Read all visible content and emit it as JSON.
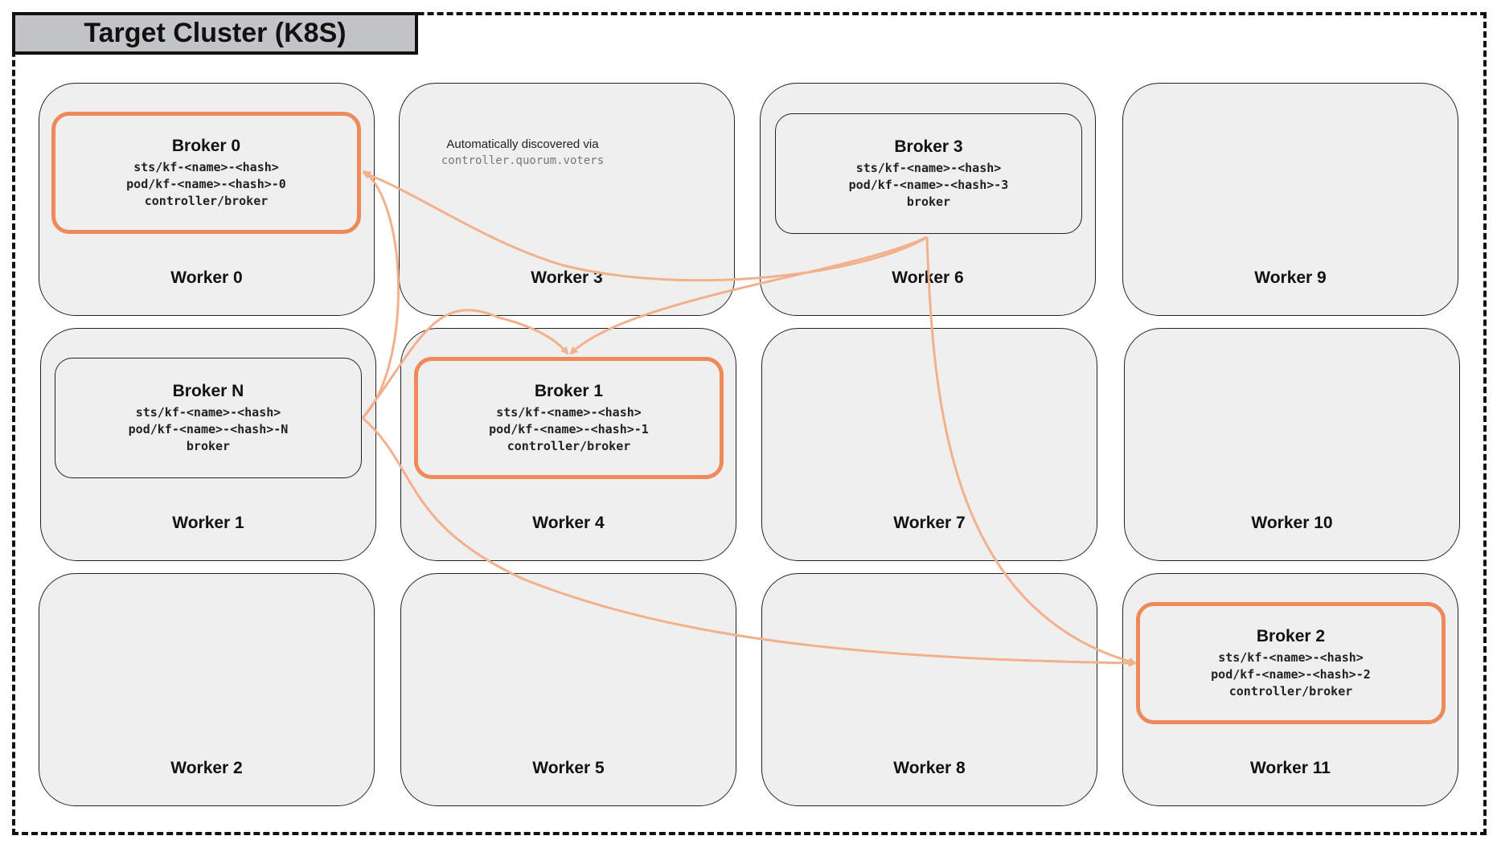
{
  "cluster": {
    "title": "Target Cluster (K8S)"
  },
  "workers": [
    "Worker 0",
    "Worker 1",
    "Worker 2",
    "Worker 3",
    "Worker 4",
    "Worker 5",
    "Worker 6",
    "Worker 7",
    "Worker 8",
    "Worker 9",
    "Worker 10",
    "Worker 11"
  ],
  "brokers": {
    "b0": {
      "name": "Broker 0",
      "sts": "sts/kf-<name>-<hash>",
      "pod": "pod/kf-<name>-<hash>-0",
      "role": "controller/broker"
    },
    "b1": {
      "name": "Broker 1",
      "sts": "sts/kf-<name>-<hash>",
      "pod": "pod/kf-<name>-<hash>-1",
      "role": "controller/broker"
    },
    "b2": {
      "name": "Broker 2",
      "sts": "sts/kf-<name>-<hash>",
      "pod": "pod/kf-<name>-<hash>-2",
      "role": "controller/broker"
    },
    "b3": {
      "name": "Broker 3",
      "sts": "sts/kf-<name>-<hash>",
      "pod": "pod/kf-<name>-<hash>-3",
      "role": "broker"
    },
    "bn": {
      "name": "Broker N",
      "sts": "sts/kf-<name>-<hash>",
      "pod": "pod/kf-<name>-<hash>-N",
      "role": "broker"
    }
  },
  "note": {
    "text": "Automatically discovered via",
    "code": "controller.quorum.voters"
  },
  "colors": {
    "controller_border": "#ee8a5a",
    "arrow": "#f3b08c",
    "worker_fill": "#efefef"
  }
}
